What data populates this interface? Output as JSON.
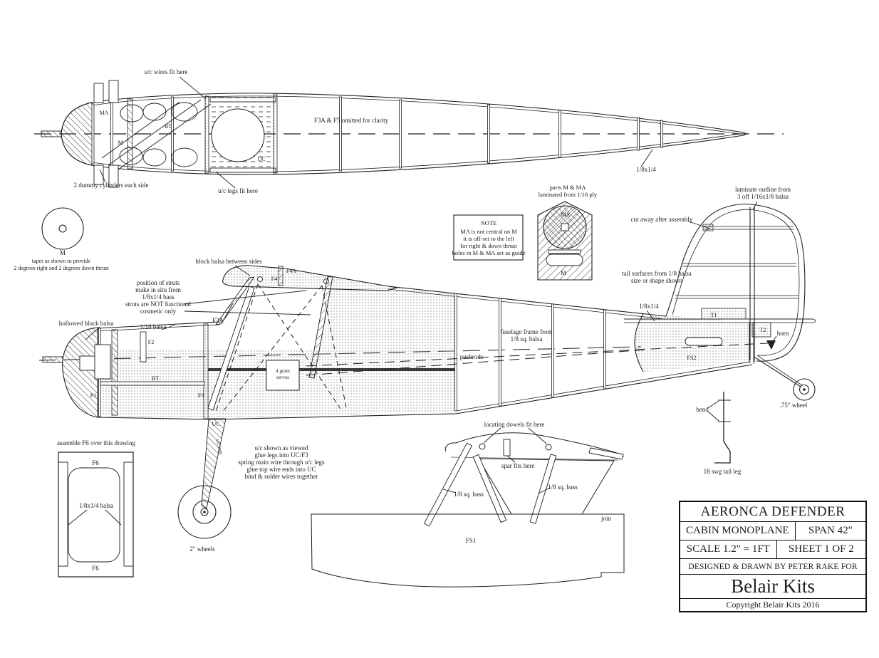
{
  "top_view": {
    "labels": {
      "uc_wires": "u/c wires fit here",
      "dummy_cylinders": "2 dummy cylinders each side",
      "uc_legs": "u/c legs fit here",
      "omitted": "F3A & F5 omitted for clarity",
      "stringer": "1/8x1/4",
      "part_ma": "MA",
      "part_m": "M",
      "part_bt": "BT",
      "part_uc": "UC"
    }
  },
  "thrust_detail": {
    "part_m": "M",
    "caption": [
      "taper as shown to provide",
      "2 degrees right and 2 degrees down thrust"
    ]
  },
  "note_box": {
    "heading": "NOTE",
    "lines": [
      "MA is not central on M",
      "it is off-set to the left",
      "for right & down thrust",
      "holes in M & MA act as guide"
    ]
  },
  "ply_detail": {
    "caption": [
      "parts M & MA",
      "laminated from 1/16 ply"
    ],
    "part_ma": "MA",
    "part_m": "M"
  },
  "side_view": {
    "labels": {
      "block_balsa": "block balsa between sides",
      "f4a": "F4A",
      "f4": "F4",
      "f3a": "F3A",
      "strut_note": [
        "position of struts",
        "make in situ from",
        "1/8x1/4 bass",
        "struts are NOT functional",
        "cosmetic only"
      ],
      "hollowed_block": "hollowed block balsa",
      "sheet_1_16": "1/16 balsa",
      "f2": "F2",
      "f1": "F1",
      "f3": "F3",
      "bt": "BT",
      "uc": "UC",
      "uc_legs": "u/c legs",
      "servos": [
        "4 gram",
        "servos"
      ],
      "frame_note": [
        "fuselage frame from",
        "1/8 sq. balsa"
      ],
      "pushrods": "pushrods",
      "stringer": "1/8x1/4",
      "tail_note": [
        "tail surfaces from 1/8 balsa",
        "size or shape shown"
      ],
      "cut_away": "cut away after assembly",
      "laminate_note": [
        "laminate outline from",
        "3 off 1/16x1/8 balsa"
      ],
      "t1": "T1",
      "t2": "T2",
      "horn": "horn",
      "fs2": "FS2",
      "tail_wheel": ".75\" wheel",
      "bend": "bend",
      "tail_leg": "18 swg tail leg",
      "uc_note": [
        "u/c shown as viewed",
        "glue legs into UC/F3",
        "spring main wire through u/c legs",
        "glue top wire ends into UC",
        "bind & solder wires together"
      ],
      "wheels": "2\" wheels"
    }
  },
  "f6_detail": {
    "caption": "assemble F6 over this drawing",
    "part_top": "F6",
    "part_bottom": "F6",
    "balsa": "1/8x1/4 balsa"
  },
  "fs1_detail": {
    "labels": {
      "dowels": "locating dowels fit here",
      "spar": "spar fits here",
      "bass_left": "1/8 sq. bass",
      "bass_right": "1/8 sq. bass",
      "join": "join",
      "fs1": "FS1"
    }
  },
  "title_block": {
    "title": "AERONCA DEFENDER",
    "type": "CABIN MONOPLANE",
    "span": "SPAN 42\"",
    "scale": "SCALE 1.2\" = 1FT",
    "sheet": "SHEET 1 OF 2",
    "credit": "DESIGNED & DRAWN BY PETER RAKE FOR",
    "brand": "Belair Kits",
    "copyright": "Copyright Belair Kits 2016"
  }
}
